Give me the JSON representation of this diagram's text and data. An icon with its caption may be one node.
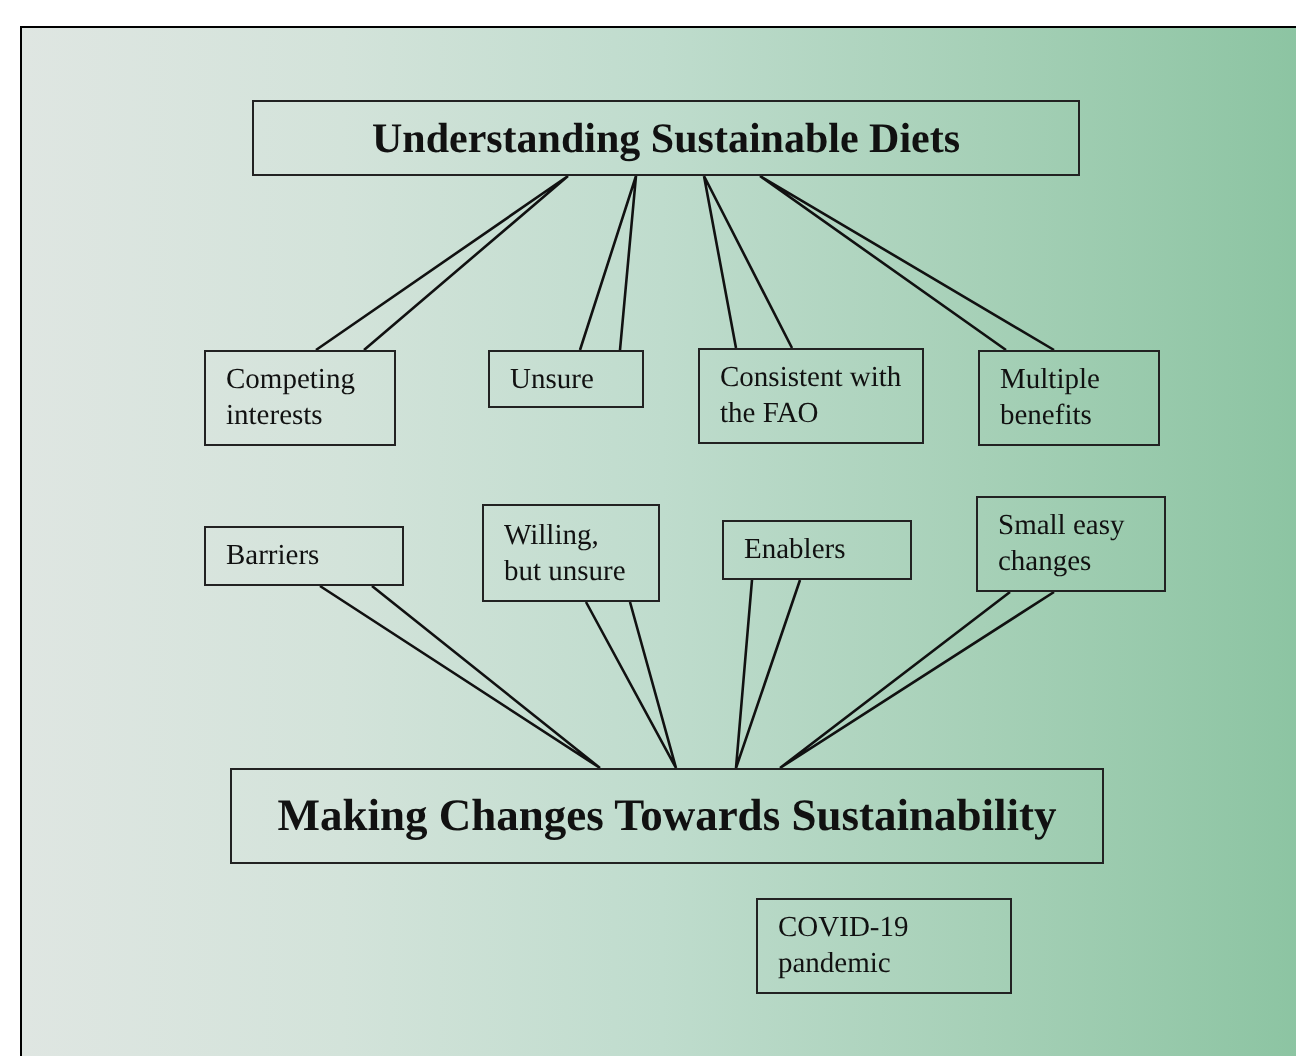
{
  "diagram": {
    "nodes": [
      {
        "text": [
          "Understanding Sustainable Diets"
        ]
      },
      {
        "text": [
          "Competing interests"
        ]
      },
      {
        "text": [
          "Unsure"
        ]
      },
      {
        "text": [
          "Consistent with the FAO"
        ]
      },
      {
        "text": [
          "Multiple benefits"
        ]
      },
      {
        "text": [
          "Barriers"
        ]
      },
      {
        "text": [
          "Willing, but unsure"
        ]
      },
      {
        "text": [
          "Enablers"
        ]
      },
      {
        "text": [
          "Small easy changes"
        ]
      },
      {
        "text": [
          "Making Changes Towards Sustainability"
        ]
      },
      {
        "text": [
          "COVID-19 pandemic"
        ]
      }
    ],
    "edges": [
      {
        "from": 1,
        "to": 0,
        "arrow": "none"
      },
      {
        "from": 2,
        "to": 0,
        "arrow": "none"
      },
      {
        "from": 3,
        "to": 0,
        "arrow": "none"
      },
      {
        "from": 4,
        "to": 0,
        "arrow": "none"
      },
      {
        "from": 5,
        "to": 9,
        "arrow": "none"
      },
      {
        "from": 6,
        "to": 9,
        "arrow": "none"
      },
      {
        "from": 7,
        "to": 9,
        "arrow": "none"
      },
      {
        "from": 8,
        "to": 9,
        "arrow": "none"
      }
    ]
  }
}
